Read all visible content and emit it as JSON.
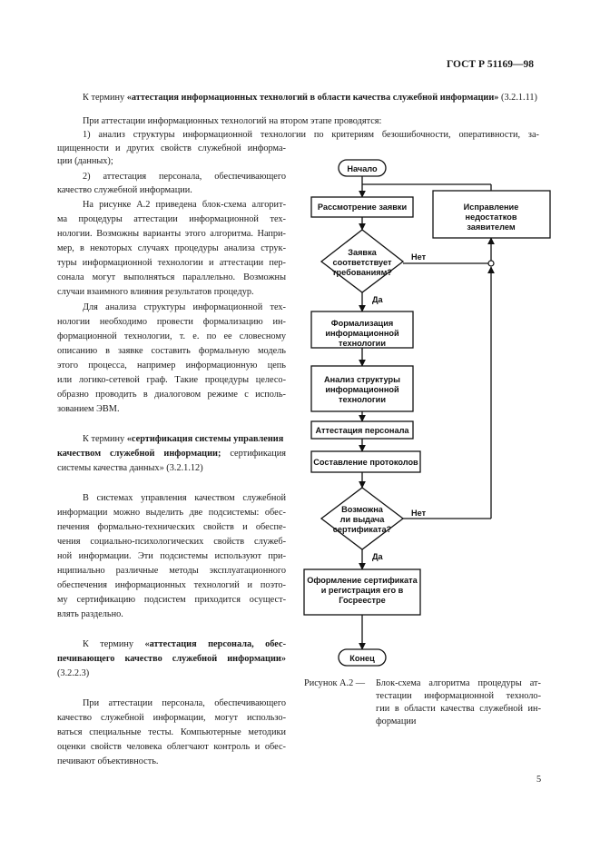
{
  "header": {
    "code": "ГОСТ Р 51169—98"
  },
  "body": {
    "term1_intro": "К термину",
    "term1_bold": "«аттестация информационных технологий в области качества служебной информации»",
    "term1_ref": "(3.2.1.11)",
    "p1_l1": "При аттестации информационных технологий на втором этапе проводятся:",
    "p1_l2": "1) анализ структуры информационной технологии по критериям безошибочности, оперативности, за-",
    "p1_l3": "щищенности и других свойств служебной информа-",
    "p1_l4": "ции (данных);",
    "p2_l1": "2) аттестация персонала, обеспечивающего",
    "p2_l2": "качество служебной информации.",
    "p3": [
      "На рисунке А.2 приведена блок-схема алгорит-",
      "ма процедуры аттестации информационной тех-",
      "нологии. Возможны варианты этого алгоритма. Напри-",
      "мер, в некоторых случаях процедуры анализа струк-",
      "туры информационной технологии и аттестации пер-",
      "сонала могут выполняться параллельно. Возможны",
      "случаи взаимного влияния результатов процедур."
    ],
    "p4": [
      "Для анализа структуры информационной тех-",
      "нологии необходимо провести формализацию ин-",
      "формационной технологии, т. е. по ее словесному",
      "описанию в заявке составить формальную модель",
      "этого процесса, например информационную цепь",
      "или логико-сетевой граф. Такие процедуры целесо-",
      "образно проводить в диалоговом режиме с исполь-",
      "зованием ЭВМ."
    ],
    "term2_l1_intro": "К термину",
    "term2_l1_bold": "«сертификация системы управления",
    "term2_l2_bold": "качеством служебной информации;",
    "term2_l2_rest": "сертификация",
    "term2_l3": "системы качества данных» (3.2.1.12)",
    "p5": [
      "В системах управления качеством служебной",
      "информации можно выделить две подсистемы: обес-",
      "печения формально-технических свойств и обеспе-",
      "чения социально-психологических свойств служеб-",
      "ной информации. Эти подсистемы используют при-",
      "нципиально различные методы эксплуатационного",
      "обеспечения информационных технологий и поэто-",
      "му сертификацию подсистем приходится осущест-",
      "влять раздельно."
    ],
    "term3_l1_intro": "К термину",
    "term3_l1_bold": "«аттестация персонала, обес-",
    "term3_l2_bold": "печивающего качество служебной информации»",
    "term3_l3": "(3.2.2.3)",
    "p6": [
      "При аттестации персонала, обеспечивающего",
      "качество служебной информации, могут использо-",
      "ваться специальные тесты. Компьютерные методики",
      "оценки свойств человека облегчают контроль и обес-",
      "печивают объективность."
    ]
  },
  "flowchart": {
    "start": "Начало",
    "step1": "Рассмотрение заявки",
    "decision1": [
      "Заявка",
      "соответствует",
      "требованиям?"
    ],
    "no1": "Нет",
    "yes1": "Да",
    "fix": [
      "Исправление",
      "недостатков",
      "заявителем"
    ],
    "step2": [
      "Формализация",
      "информационной",
      "технологии"
    ],
    "step3": [
      "Анализ структуры",
      "информационной",
      "технологии"
    ],
    "step4": "Аттестация персонала",
    "step5": "Составление протоколов",
    "decision2": [
      "Возможна",
      "ли выдача",
      "сертификата?"
    ],
    "no2": "Нет",
    "yes2": "Да",
    "step6": [
      "Оформление сертификата",
      "и регистрация его в",
      "Госреестре"
    ],
    "end": "Конец"
  },
  "caption": {
    "label": "Рисунок А.2 —",
    "lines": [
      "Блок-схема алгоритма процедуры ат-",
      "тестации информационной техноло-",
      "гии в области качества служебной ин-",
      "формации"
    ]
  },
  "footer": {
    "page_number": "5"
  }
}
